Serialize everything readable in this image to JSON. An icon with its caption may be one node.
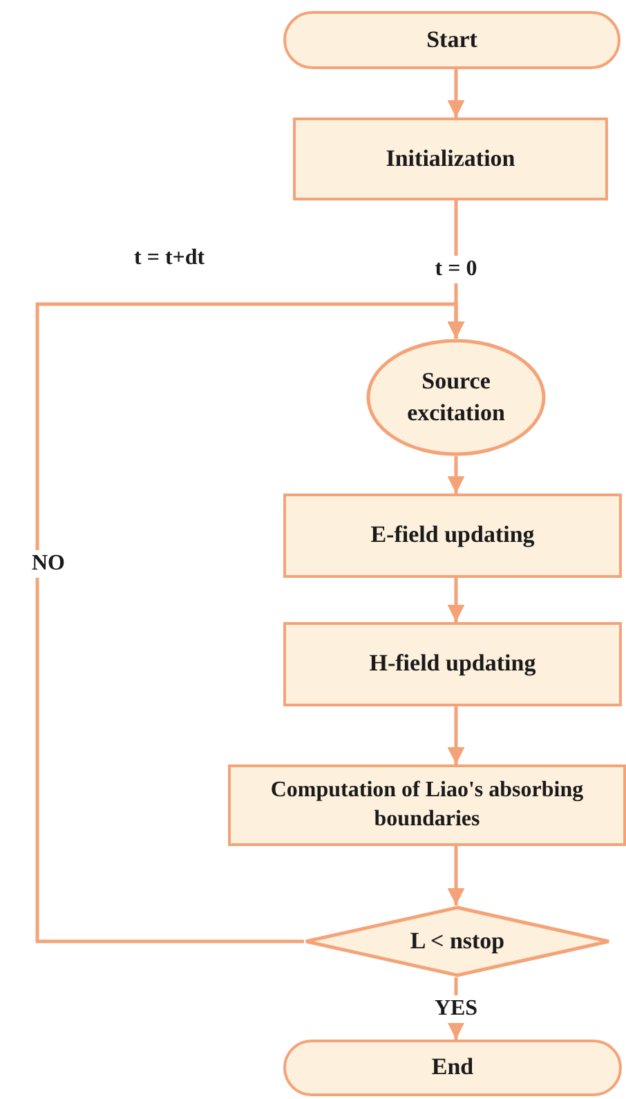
{
  "diagram": {
    "nodes": [
      {
        "text": [
          "Start"
        ]
      },
      {
        "text": [
          "Initialization"
        ]
      },
      {
        "text": [
          "Source excitation"
        ]
      },
      {
        "text": [
          "E-field updating"
        ]
      },
      {
        "text": [
          "H-field updating"
        ]
      },
      {
        "text": [
          "Computation of Liao's absorbing boundaries"
        ]
      },
      {
        "text": [
          "L < nstop"
        ]
      },
      {
        "text": [
          "End"
        ]
      }
    ],
    "edges": [
      {
        "from": 0,
        "to": 1,
        "arrow": "to"
      },
      {
        "from": 1,
        "to": 2,
        "arrow": "to",
        "label": "t = 0"
      },
      {
        "from": 2,
        "to": 3,
        "arrow": "to"
      },
      {
        "from": 3,
        "to": 4,
        "arrow": "to"
      },
      {
        "from": 4,
        "to": 5,
        "arrow": "to"
      },
      {
        "from": 5,
        "to": 6,
        "arrow": "to"
      },
      {
        "from": 6,
        "to": 7,
        "arrow": "to",
        "label": "YES"
      },
      {
        "from": 6,
        "to": 2,
        "arrow": "to",
        "label": "NO"
      }
    ],
    "labels": [
      "t = t+dt"
    ]
  }
}
